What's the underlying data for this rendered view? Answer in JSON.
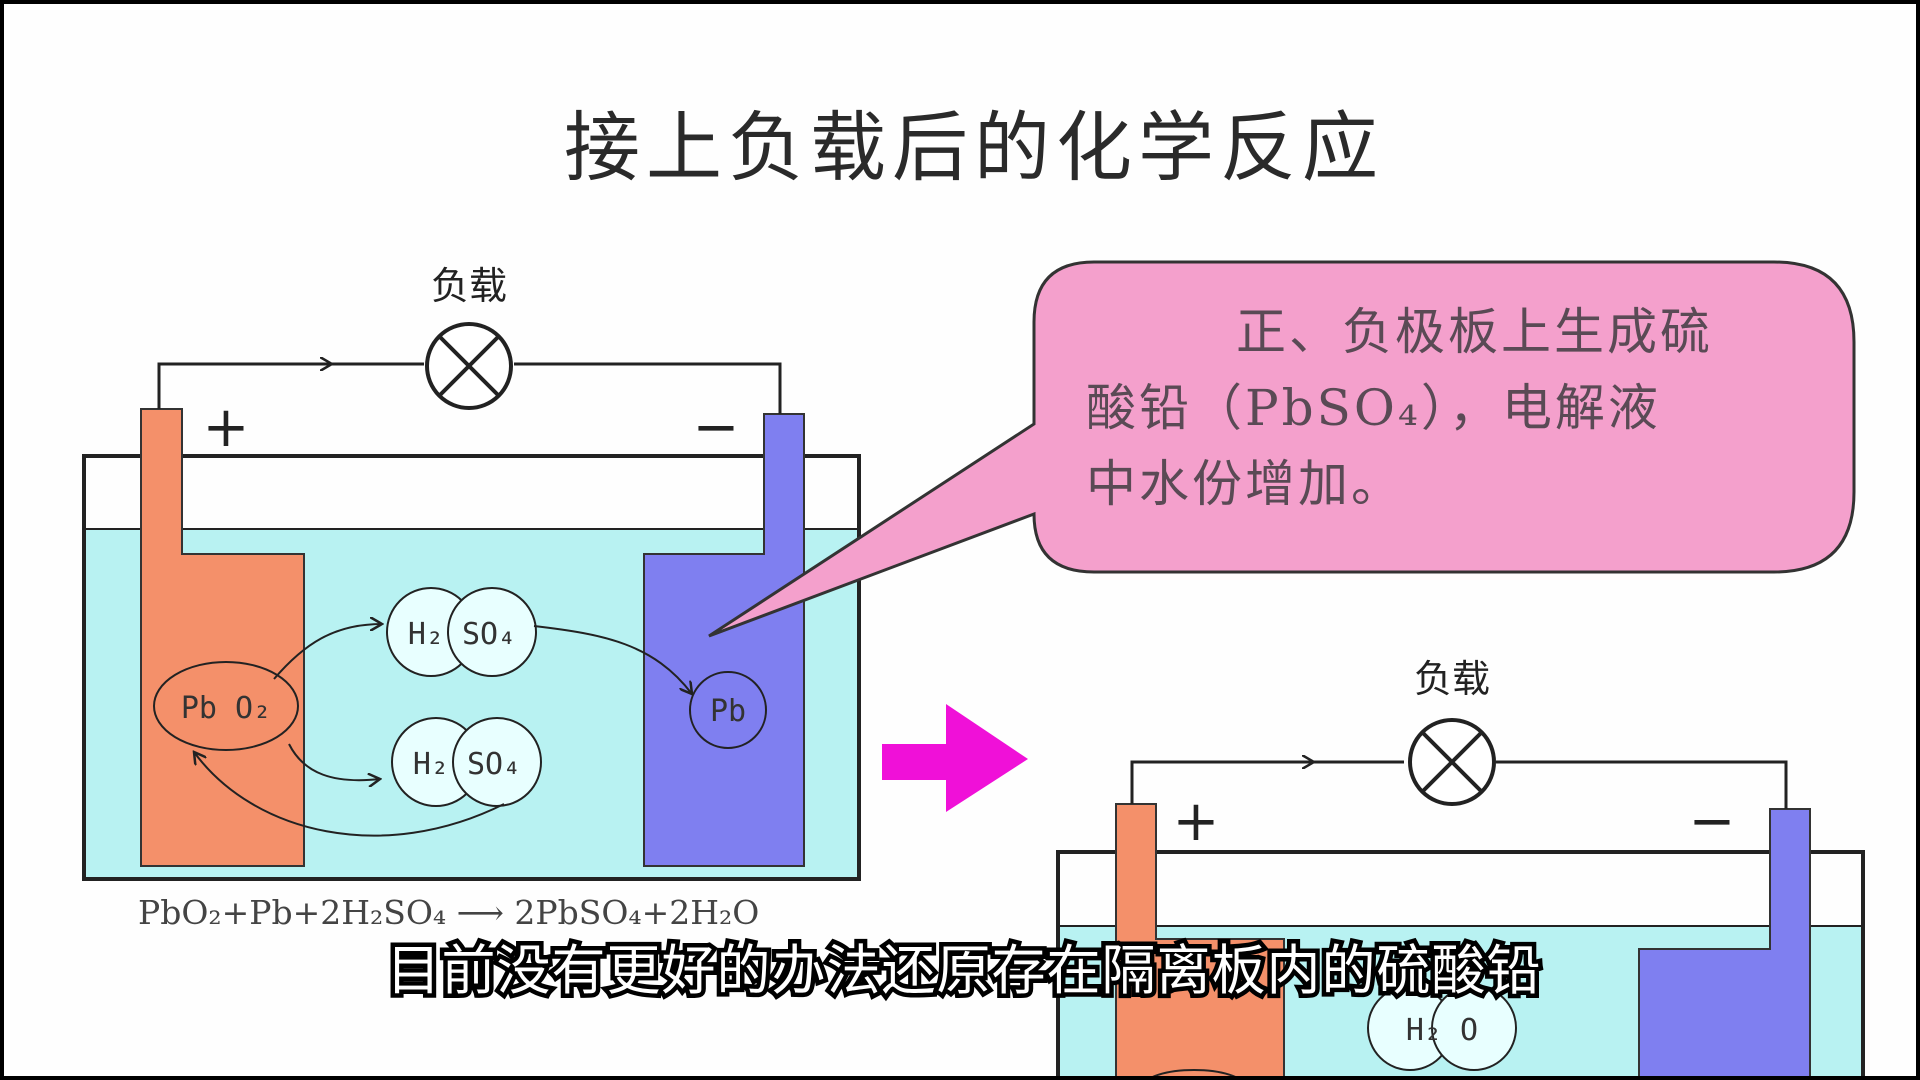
{
  "title": "接上负载后的化学反应",
  "load_label_top": "负载",
  "load_label_bottom": "负载",
  "plus_sign": "+",
  "minus_sign": "−",
  "molecules": {
    "pbo2": "Pb  O₂",
    "h2so4_top": "H₂ SO₄",
    "h2so4_bottom": "H₂ SO₄",
    "pb": "Pb",
    "h2o": "H₂   O"
  },
  "equation": "PbO₂+Pb+2H₂SO₄ ⟶ 2PbSO₄+2H₂O",
  "callout": {
    "line1": "正、负极板上生成硫",
    "line2": "酸铅（PbSO₄），电解液",
    "line3": "中水份增加。"
  },
  "subtitle": "目前没有更好的办法还原存在隔离板内的硫酸铅",
  "colors": {
    "positive_plate": "#f4906a",
    "negative_plate": "#7f7ff0",
    "electrolyte": "#b8f2f2",
    "callout_bg": "#f4a0cc",
    "arrow": "#f010d8"
  }
}
